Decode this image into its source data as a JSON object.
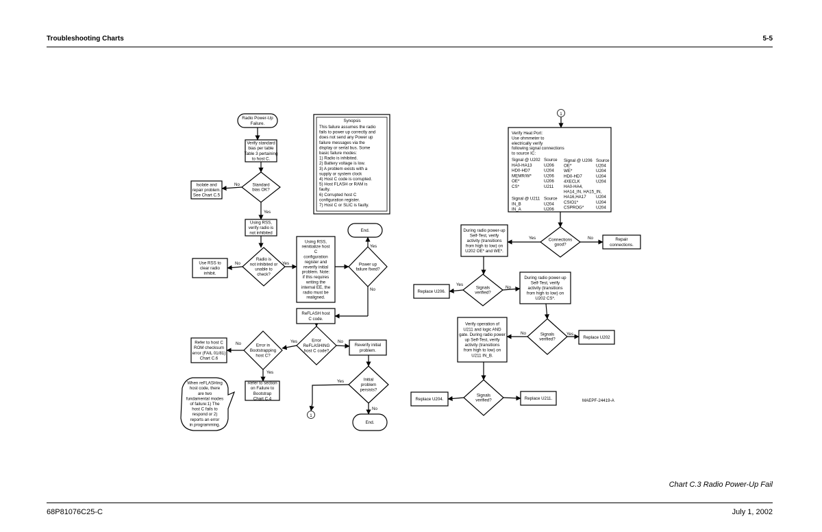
{
  "header": {
    "left": "Troubleshooting Charts",
    "right": "5-5"
  },
  "footer": {
    "left": "68P81076C25-C",
    "right": "July 1, 2002"
  },
  "caption": "Chart C.3 Radio Power-Up Fail",
  "drawing_id": "MAEPF-24419-A",
  "synopsis": {
    "title": "Synopsis",
    "lines": [
      "This failure assumes the radio",
      "fails to power up correctly and",
      "does not send any Power up",
      "failure messages via the",
      "display or serial bus.  Some",
      "basic failure modes:",
      "1) Radio is inhibited.",
      "2) Battery voltage is low.",
      "3) A problem exists with a",
      "supply or system clock",
      "4) Host  C code is corrupted.",
      "5) Host FLASH or RAM is",
      "faulty.",
      "6) Corrupted host  C",
      "configuration register.",
      "7) Host  C or SLIC is faulty."
    ]
  },
  "heatport": {
    "intro": [
      "Verify Heat Port:",
      "Use ohmmeter to",
      "electrically verify",
      "following signal connections",
      "to source IC:"
    ],
    "col1": [
      [
        "Signal @ U202",
        "Source"
      ],
      [
        "HA0-HA13",
        "U206"
      ],
      [
        "HD0-HD7",
        "U204"
      ],
      [
        "MEMR/W*",
        "U206"
      ],
      [
        "OE*",
        "U206"
      ],
      [
        "CS*",
        "U211"
      ],
      [
        "",
        ""
      ],
      [
        "Signal @ U211",
        "Source"
      ],
      [
        "IN_B",
        "U204"
      ],
      [
        "IN_A",
        "U206"
      ]
    ],
    "col2": [
      [
        "Signal @ U206",
        "Source"
      ],
      [
        "OE*",
        "U204"
      ],
      [
        "WE*",
        "U204"
      ],
      [
        "HD0-HD7",
        "U204"
      ],
      [
        "4XECLK",
        "U204"
      ],
      [
        "HA0-HA4,",
        ""
      ],
      [
        "HA14_IN, HA15_IN,",
        ""
      ],
      [
        "HA16,HA17",
        "U204"
      ],
      [
        "CSIO1*",
        "U204"
      ],
      [
        "CSPROG*",
        "U204"
      ]
    ]
  },
  "nodes": {
    "start": [
      "Radio Power-Up",
      "Failure."
    ],
    "verify_bias": [
      "Verify standard",
      "bias per table",
      "Table 3 pertaining",
      "to host  C."
    ],
    "bias_ok": [
      "Standard",
      "bias OK?"
    ],
    "isolate": [
      "Isolate and",
      "repair problem.",
      "See Chart C.5"
    ],
    "using_rss": [
      "Using RSS,",
      "verify radio is",
      "not inhibited"
    ],
    "inhibited": [
      "Radio is",
      "not inhibited or",
      "unable to",
      "check?"
    ],
    "use_rss": [
      "Use RSS to",
      "clear radio",
      "inhibit."
    ],
    "reinit": [
      "Using RSS,",
      "reinitialize host",
      "C",
      "configuration",
      "register and",
      "reverify initial",
      "problem.  Note:",
      "if this requires",
      "writing the",
      "internal EE, the",
      "radio must be",
      "realigned."
    ],
    "power_fixed": [
      "Power up",
      "failure fixed?"
    ],
    "end1": [
      "End."
    ],
    "reflash": [
      "ReFLASH host",
      "C code."
    ],
    "err_reflash": [
      "Error",
      "ReFLASHING",
      "host  C code?"
    ],
    "err_boot": [
      "Error in",
      "Bootstrapping",
      "host  C?"
    ],
    "refer_rom": [
      "Refer to host  C",
      "ROM checksum",
      "error (FAIL 01/81)",
      "Chart C.6"
    ],
    "refer_boot": [
      "Refer to section",
      "on Failure to",
      "Bootstrap",
      "Chart C.4"
    ],
    "reverify": [
      "Reverify initial",
      "problem."
    ],
    "persists": [
      "Initial",
      "problem",
      "persists?"
    ],
    "end2": [
      "End."
    ],
    "callout": [
      "When reFLASHing",
      "host code, there",
      "are two",
      "fundamental modes",
      "of failure:1) The",
      "host  C fails to",
      "respond or 2)",
      "reports an error",
      "in programming."
    ],
    "during1": [
      "During radio power-up",
      "Self-Test, verify",
      "activity (transitions",
      "from high to low) on",
      "U202 OE* and WE*."
    ],
    "conn_good": [
      "Connections",
      "good?"
    ],
    "repair_conn": [
      "Repair",
      "connections."
    ],
    "signals1": [
      "Signals",
      "verified?"
    ],
    "replace_u206": [
      "Replace U206."
    ],
    "during2": [
      "During radio power-up",
      "Self-Test, verify",
      "activity (transitions",
      "from high to low) on",
      "U202 CS*."
    ],
    "signals2": [
      "Signals",
      "verified?"
    ],
    "replace_u202": [
      "Replace U202"
    ],
    "verify_u211": [
      "Verify operation of",
      "U211 and logic AND",
      "gate. During radio power",
      "up Self-Test, verify",
      "activity (transitions",
      "from high to low) on",
      "U211 IN_B."
    ],
    "signals3": [
      "Signals",
      "verified?"
    ],
    "replace_u204": [
      "Replace U204."
    ],
    "replace_u211": [
      "Replace U211."
    ],
    "connector": [
      "1"
    ]
  },
  "labels": {
    "yes": "Yes",
    "no": "No"
  }
}
